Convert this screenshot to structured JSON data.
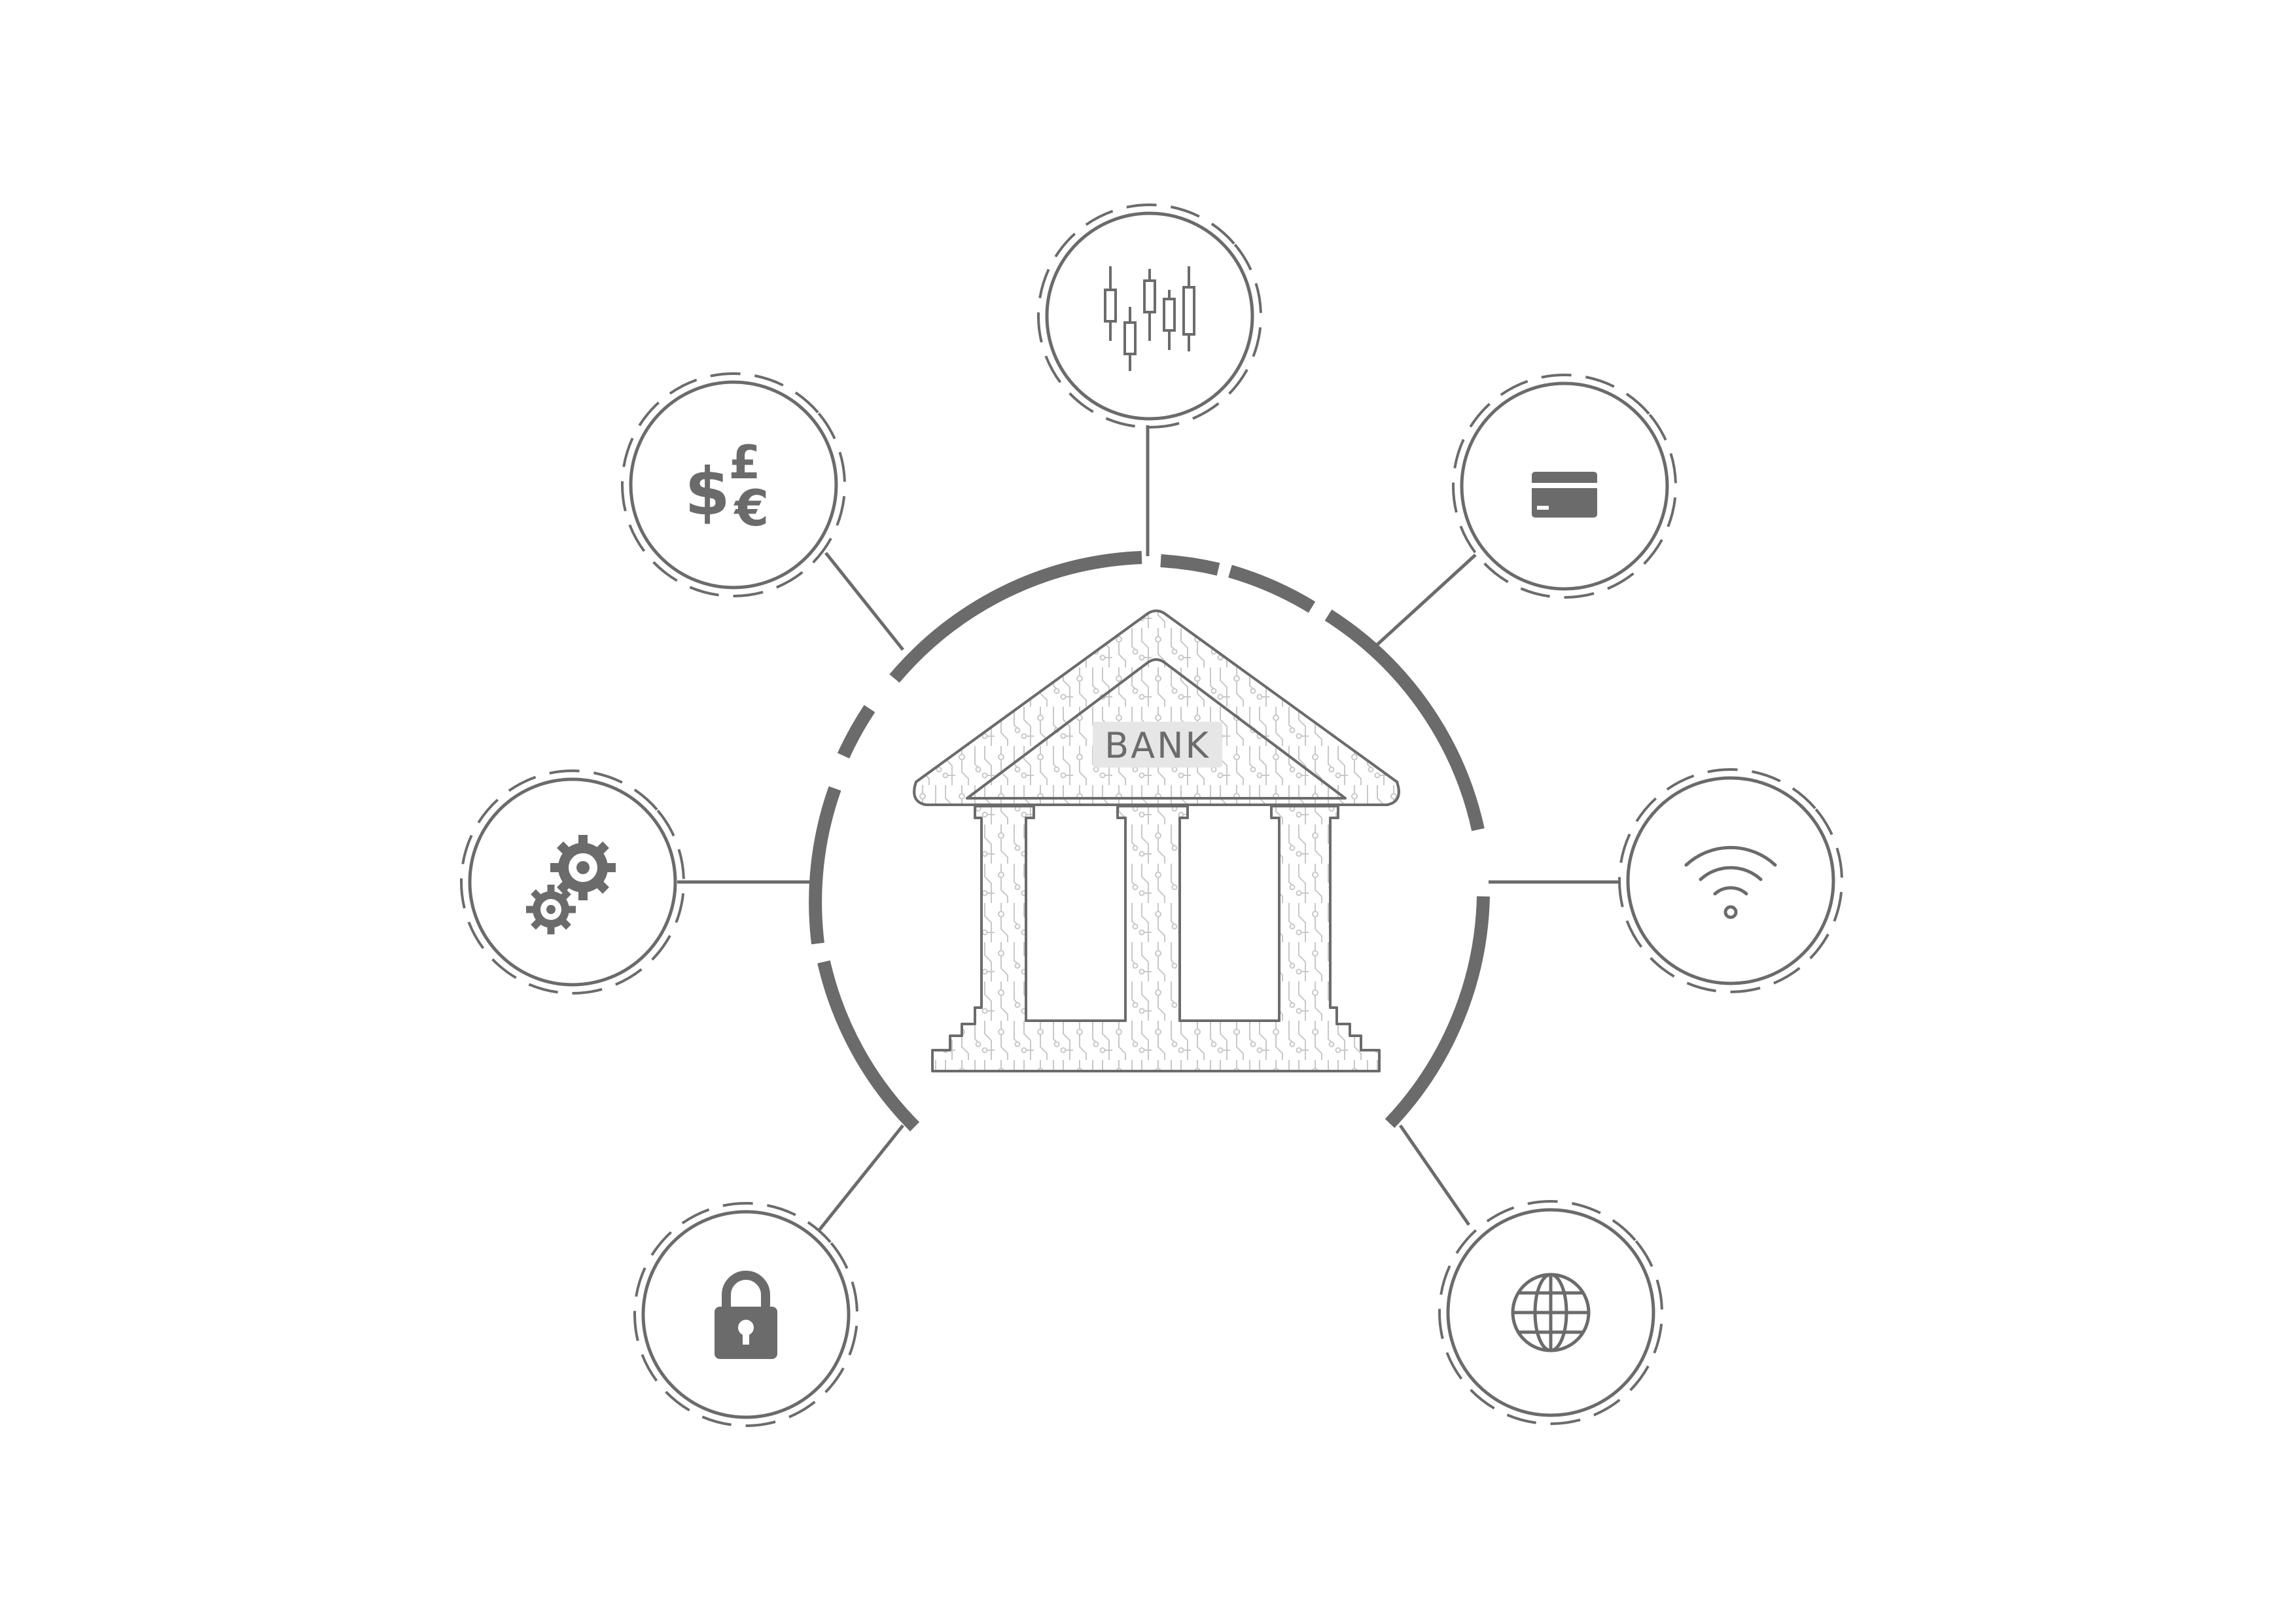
{
  "diagram": {
    "center": {
      "label": "BANK",
      "icon": "bank-building-icon"
    },
    "nodes": [
      {
        "id": "stock-chart",
        "icon": "candlestick-chart-icon"
      },
      {
        "id": "currency",
        "icon": "currency-exchange-icon",
        "glyphs": [
          "$",
          "£",
          "€"
        ]
      },
      {
        "id": "credit-card",
        "icon": "credit-card-icon"
      },
      {
        "id": "settings",
        "icon": "gears-icon"
      },
      {
        "id": "wireless",
        "icon": "wifi-icon"
      },
      {
        "id": "security",
        "icon": "padlock-icon"
      },
      {
        "id": "global",
        "icon": "globe-icon"
      }
    ],
    "colors": {
      "stroke": "#6b6b6b",
      "fill": "#6b6b6b",
      "circuit": "#c8c8c8",
      "background": "#ffffff"
    }
  }
}
